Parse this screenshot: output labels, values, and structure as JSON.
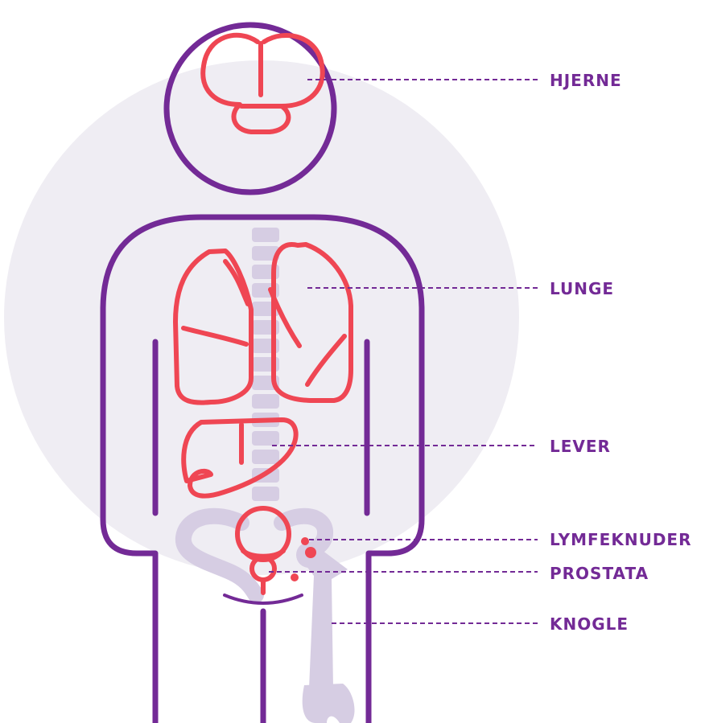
{
  "colors": {
    "outline": "#732a96",
    "organ": "#ef4653",
    "bone": "#d6cde3",
    "circle": "#efedf3",
    "label": "#732a96"
  },
  "labels": {
    "hjerne": "HJERNE",
    "lunge": "LUNGE",
    "lever": "LEVER",
    "lymfeknuder": "LYMFEKNUDER",
    "prostata": "PROSTATA",
    "knogle": "KNOGLE"
  }
}
